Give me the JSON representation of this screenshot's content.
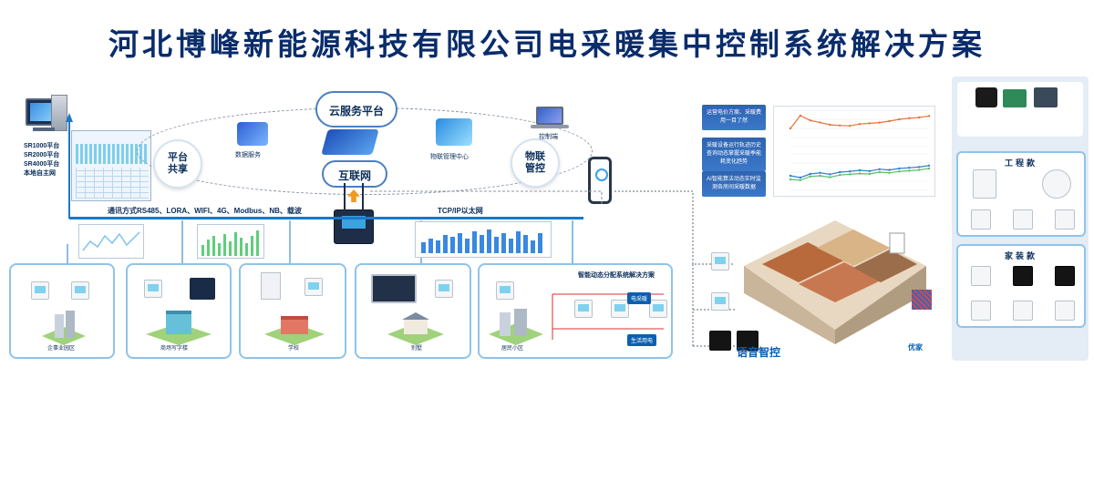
{
  "title": "河北博峰新能源科技有限公司电采暖集中控制系统解决方案",
  "platforms": [
    "SR1000平台",
    "SR2000平台",
    "SR4000平台",
    "本地自主网"
  ],
  "cloud": {
    "center": "云服务平台",
    "left": "平台\n共享",
    "right": "物联\n管控",
    "net": "互联网",
    "services": [
      "数据服务",
      "物联管理中心",
      "控制端"
    ]
  },
  "bus": {
    "left_label": "通讯方式RS485、LORA、WIFI、4G、Modbus、NB、载波",
    "right_label": "TCP/IP以太网"
  },
  "panels": [
    {
      "label": "企事业园区"
    },
    {
      "label": "商场写字楼"
    },
    {
      "label": "学校"
    },
    {
      "label": "别墅"
    },
    {
      "label": "居民小区"
    }
  ],
  "solar": {
    "title": "智能动态分配系统解决方案",
    "tags": [
      "电采暖",
      "生活用电"
    ]
  },
  "info_boxes": [
    "运营电价方案、采暖费用一目了然",
    "采暖设备运行轨迹历史查询动态掌握采暖季能耗变化趋势",
    "AI智能算法动态实时监测各房间采暖数据"
  ],
  "chart_data": [
    {
      "type": "line",
      "series": [
        {
          "values": [
            50,
            85,
            72,
            66,
            60,
            58,
            57,
            62,
            64,
            66,
            70,
            75,
            78,
            80,
            84
          ]
        }
      ]
    },
    {
      "type": "line",
      "series": [
        {
          "values": [
            40,
            35,
            45,
            48,
            44,
            50,
            52,
            55,
            53,
            58,
            56,
            60,
            62,
            64,
            68
          ]
        },
        {
          "values": [
            30,
            28,
            38,
            40,
            36,
            42,
            44,
            46,
            45,
            50,
            48,
            52,
            54,
            56,
            60
          ]
        }
      ]
    }
  ],
  "right_col": {
    "engineering": "工程款",
    "home": "家装款"
  },
  "brand": {
    "voice": "语音智控",
    "e_home": "优家"
  },
  "colors": {
    "title": "#0a2c6b",
    "bus": "#1c78c8",
    "panel_border": "#8fc3ea",
    "accent": "#f29a1c"
  }
}
